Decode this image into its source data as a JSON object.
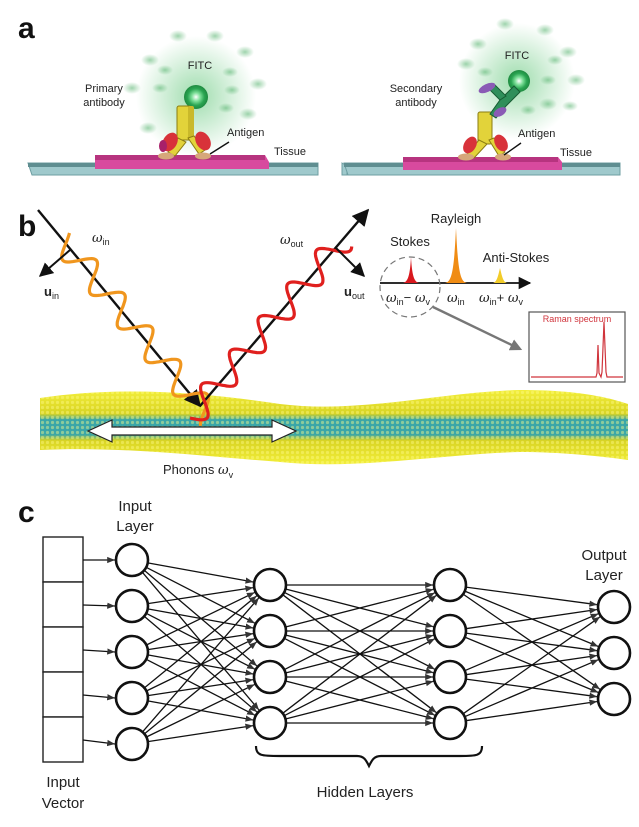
{
  "figure": {
    "panel_a": {
      "letter": "a",
      "left": {
        "antibody_label_line1": "Primary",
        "antibody_label_line2": "antibody",
        "fluorophore_label": "FITC",
        "antigen_label": "Antigen",
        "tissue_label": "Tissue"
      },
      "right": {
        "antibody_label_line1": "Secondary",
        "antibody_label_line2": "antibody",
        "fluorophore_label": "FITC",
        "antigen_label": "Antigen",
        "tissue_label": "Tissue"
      },
      "colors": {
        "glow": "#3cb55a",
        "tissue": "#d84a9e",
        "slide": "#9fc9cc",
        "antibody_heavy": "#e2d33a",
        "antibody_light": "#d8323a",
        "secondary_antibody": "#2f8f5a",
        "antigen": "#d6a77a"
      }
    },
    "panel_b": {
      "letter": "b",
      "incoming": {
        "omega": "ω",
        "omega_sub": "in",
        "u": "u",
        "u_sub": "in"
      },
      "outgoing": {
        "omega": "ω",
        "omega_sub": "out",
        "u": "u",
        "u_sub": "out"
      },
      "spectrum": {
        "rayleigh_label": "Rayleigh",
        "stokes_label": "Stokes",
        "anti_stokes_label": "Anti-Stokes",
        "tick_stokes": {
          "a": "ω",
          "a_sub": "in",
          "op": "−",
          "b": "ω",
          "b_sub": "v"
        },
        "tick_rayleigh": {
          "a": "ω",
          "a_sub": "in"
        },
        "tick_anti_stokes": {
          "a": "ω",
          "a_sub": "in",
          "op": "+",
          "b": "ω",
          "b_sub": "v"
        }
      },
      "raman_inset_title": "Raman spectrum",
      "phonons": {
        "label": "Phonons",
        "omega": "ω",
        "omega_sub": "v"
      },
      "colors": {
        "incoming_wave": "#f0961e",
        "outgoing_wave": "#e0201e",
        "stokes_peak": "#d8181e",
        "rayleigh_peak": "#f08c14",
        "anti_stokes_peak": "#f2cc2a",
        "raman_line": "#d0343c",
        "lattice_outer": "#e8e22a",
        "lattice_inner": "#3aa6a8"
      }
    },
    "panel_c": {
      "letter": "c",
      "input_layer_line1": "Input",
      "input_layer_line2": "Layer",
      "output_layer_line1": "Output",
      "output_layer_line2": "Layer",
      "input_vector_line1": "Input",
      "input_vector_line2": "Vector",
      "hidden_layers_label": "Hidden Layers",
      "network": {
        "input_vector_cells": 5,
        "layers": [
          5,
          4,
          4,
          3
        ]
      }
    }
  }
}
